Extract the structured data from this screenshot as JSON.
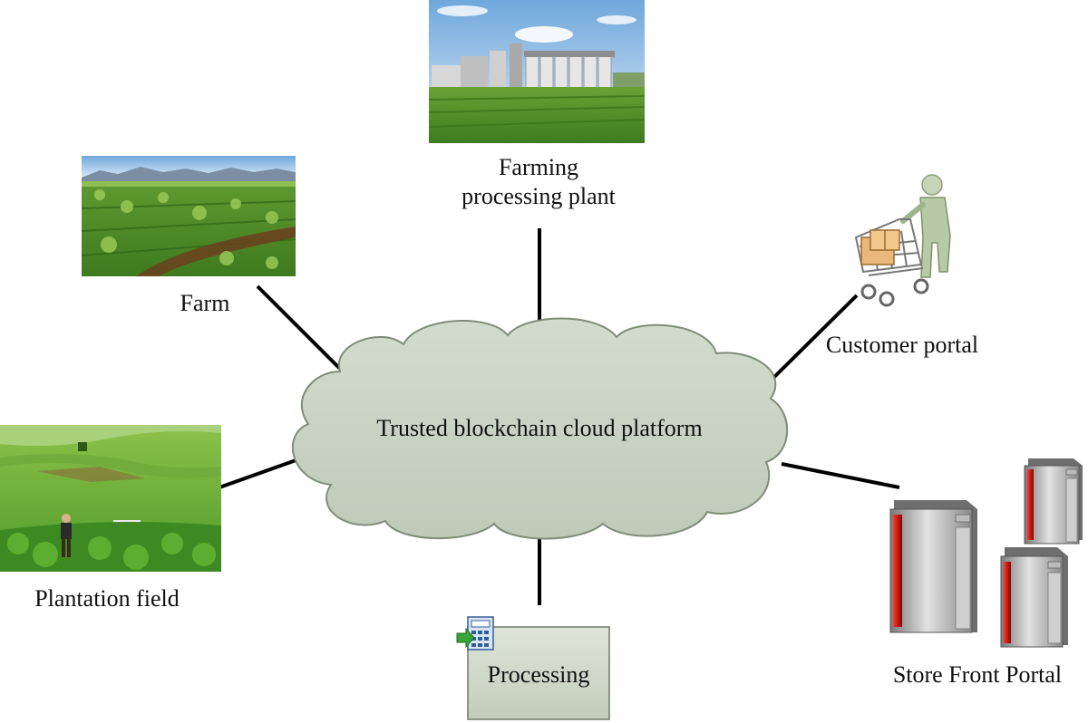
{
  "cloud": {
    "label": "Trusted blockchain cloud platform"
  },
  "nodes": {
    "farm": {
      "label": "Farm"
    },
    "plant": {
      "label_line1": "Farming",
      "label_line2": "processing plant"
    },
    "customer": {
      "label": "Customer portal"
    },
    "plantation": {
      "label": "Plantation field"
    },
    "processing": {
      "label": "Processing"
    },
    "store": {
      "label": "Store Front Portal"
    }
  },
  "colors": {
    "cloud_fill": "#c9d2c3",
    "cloud_stroke": "#7f8c78",
    "connector": "#000000",
    "processing_box": "#cdd6c6",
    "server_red": "#cc1010",
    "crop_green": "#4f8a2a"
  },
  "icons": {
    "farm": "field-photo",
    "plant": "processing-plant-photo",
    "customer": "shopping-cart-person-icon",
    "plantation": "plantation-photo",
    "processing": "calculator-icon",
    "store": "server-rack-icon"
  }
}
